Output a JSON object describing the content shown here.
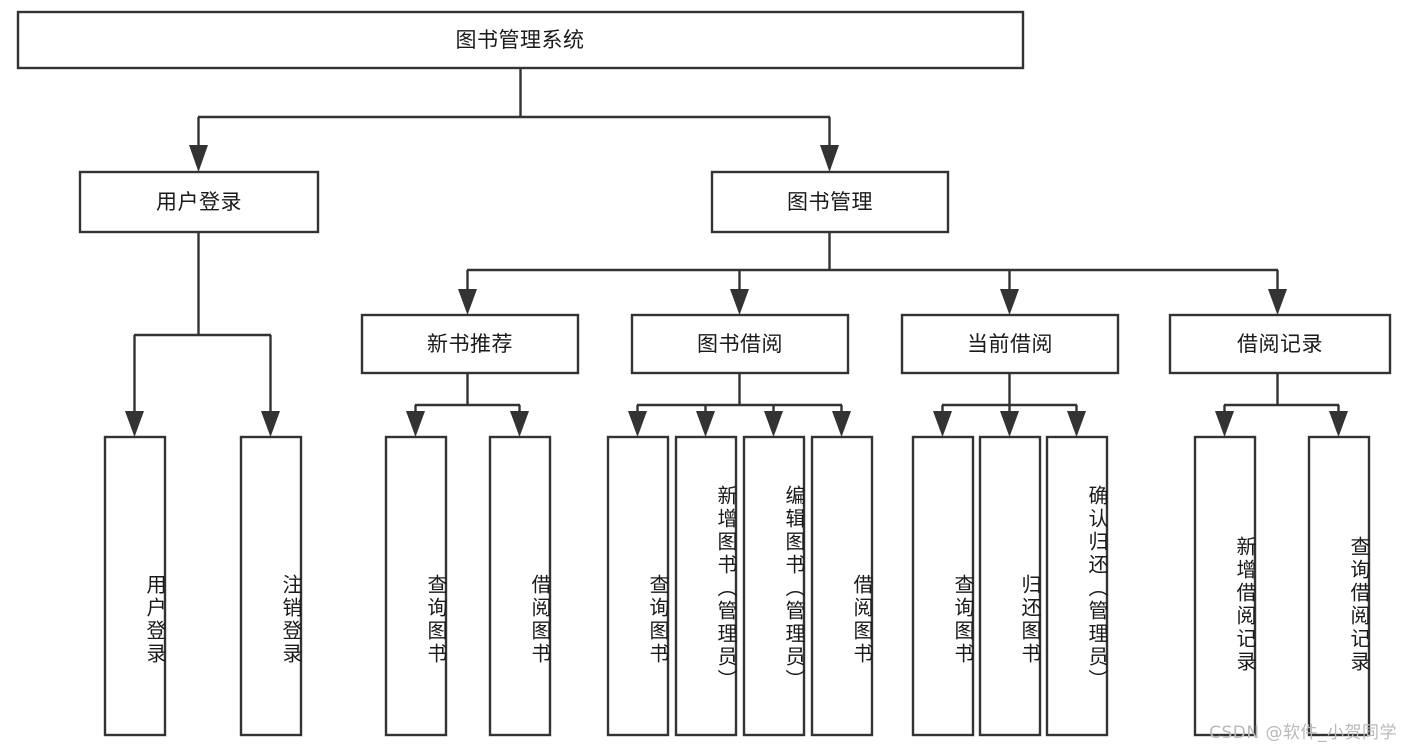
{
  "diagram": {
    "title": "图书管理系统",
    "type": "tree-hierarchy",
    "orientation": "top-down",
    "colors": {
      "stroke": "#333333",
      "box_fill": "#ffffff",
      "text": "#1a1a1a",
      "background": "#ffffff",
      "watermark": "#b9b9b9"
    },
    "root": {
      "label": "图书管理系统"
    },
    "level1": [
      {
        "label": "用户登录"
      },
      {
        "label": "图书管理"
      }
    ],
    "level2": [
      {
        "label": "新书推荐"
      },
      {
        "label": "图书借阅"
      },
      {
        "label": "当前借阅"
      },
      {
        "label": "借阅记录"
      }
    ],
    "leaves": {
      "user_login": [
        {
          "label": "用户登录"
        },
        {
          "label": "注销登录"
        }
      ],
      "new_book_recommend": [
        {
          "label": "查询图书"
        },
        {
          "label": "借阅图书"
        }
      ],
      "book_borrow": [
        {
          "label": "查询图书"
        },
        {
          "label": "新增图书（管理员）"
        },
        {
          "label": "编辑图书（管理员）"
        },
        {
          "label": "借阅图书"
        }
      ],
      "current_borrow": [
        {
          "label": "查询图书"
        },
        {
          "label": "归还图书"
        },
        {
          "label": "确认归还（管理员）"
        }
      ],
      "borrow_record": [
        {
          "label": "新增借阅记录"
        },
        {
          "label": "查询借阅记录"
        }
      ]
    }
  },
  "watermark": {
    "text": "CSDN @软件_小贺同学"
  }
}
